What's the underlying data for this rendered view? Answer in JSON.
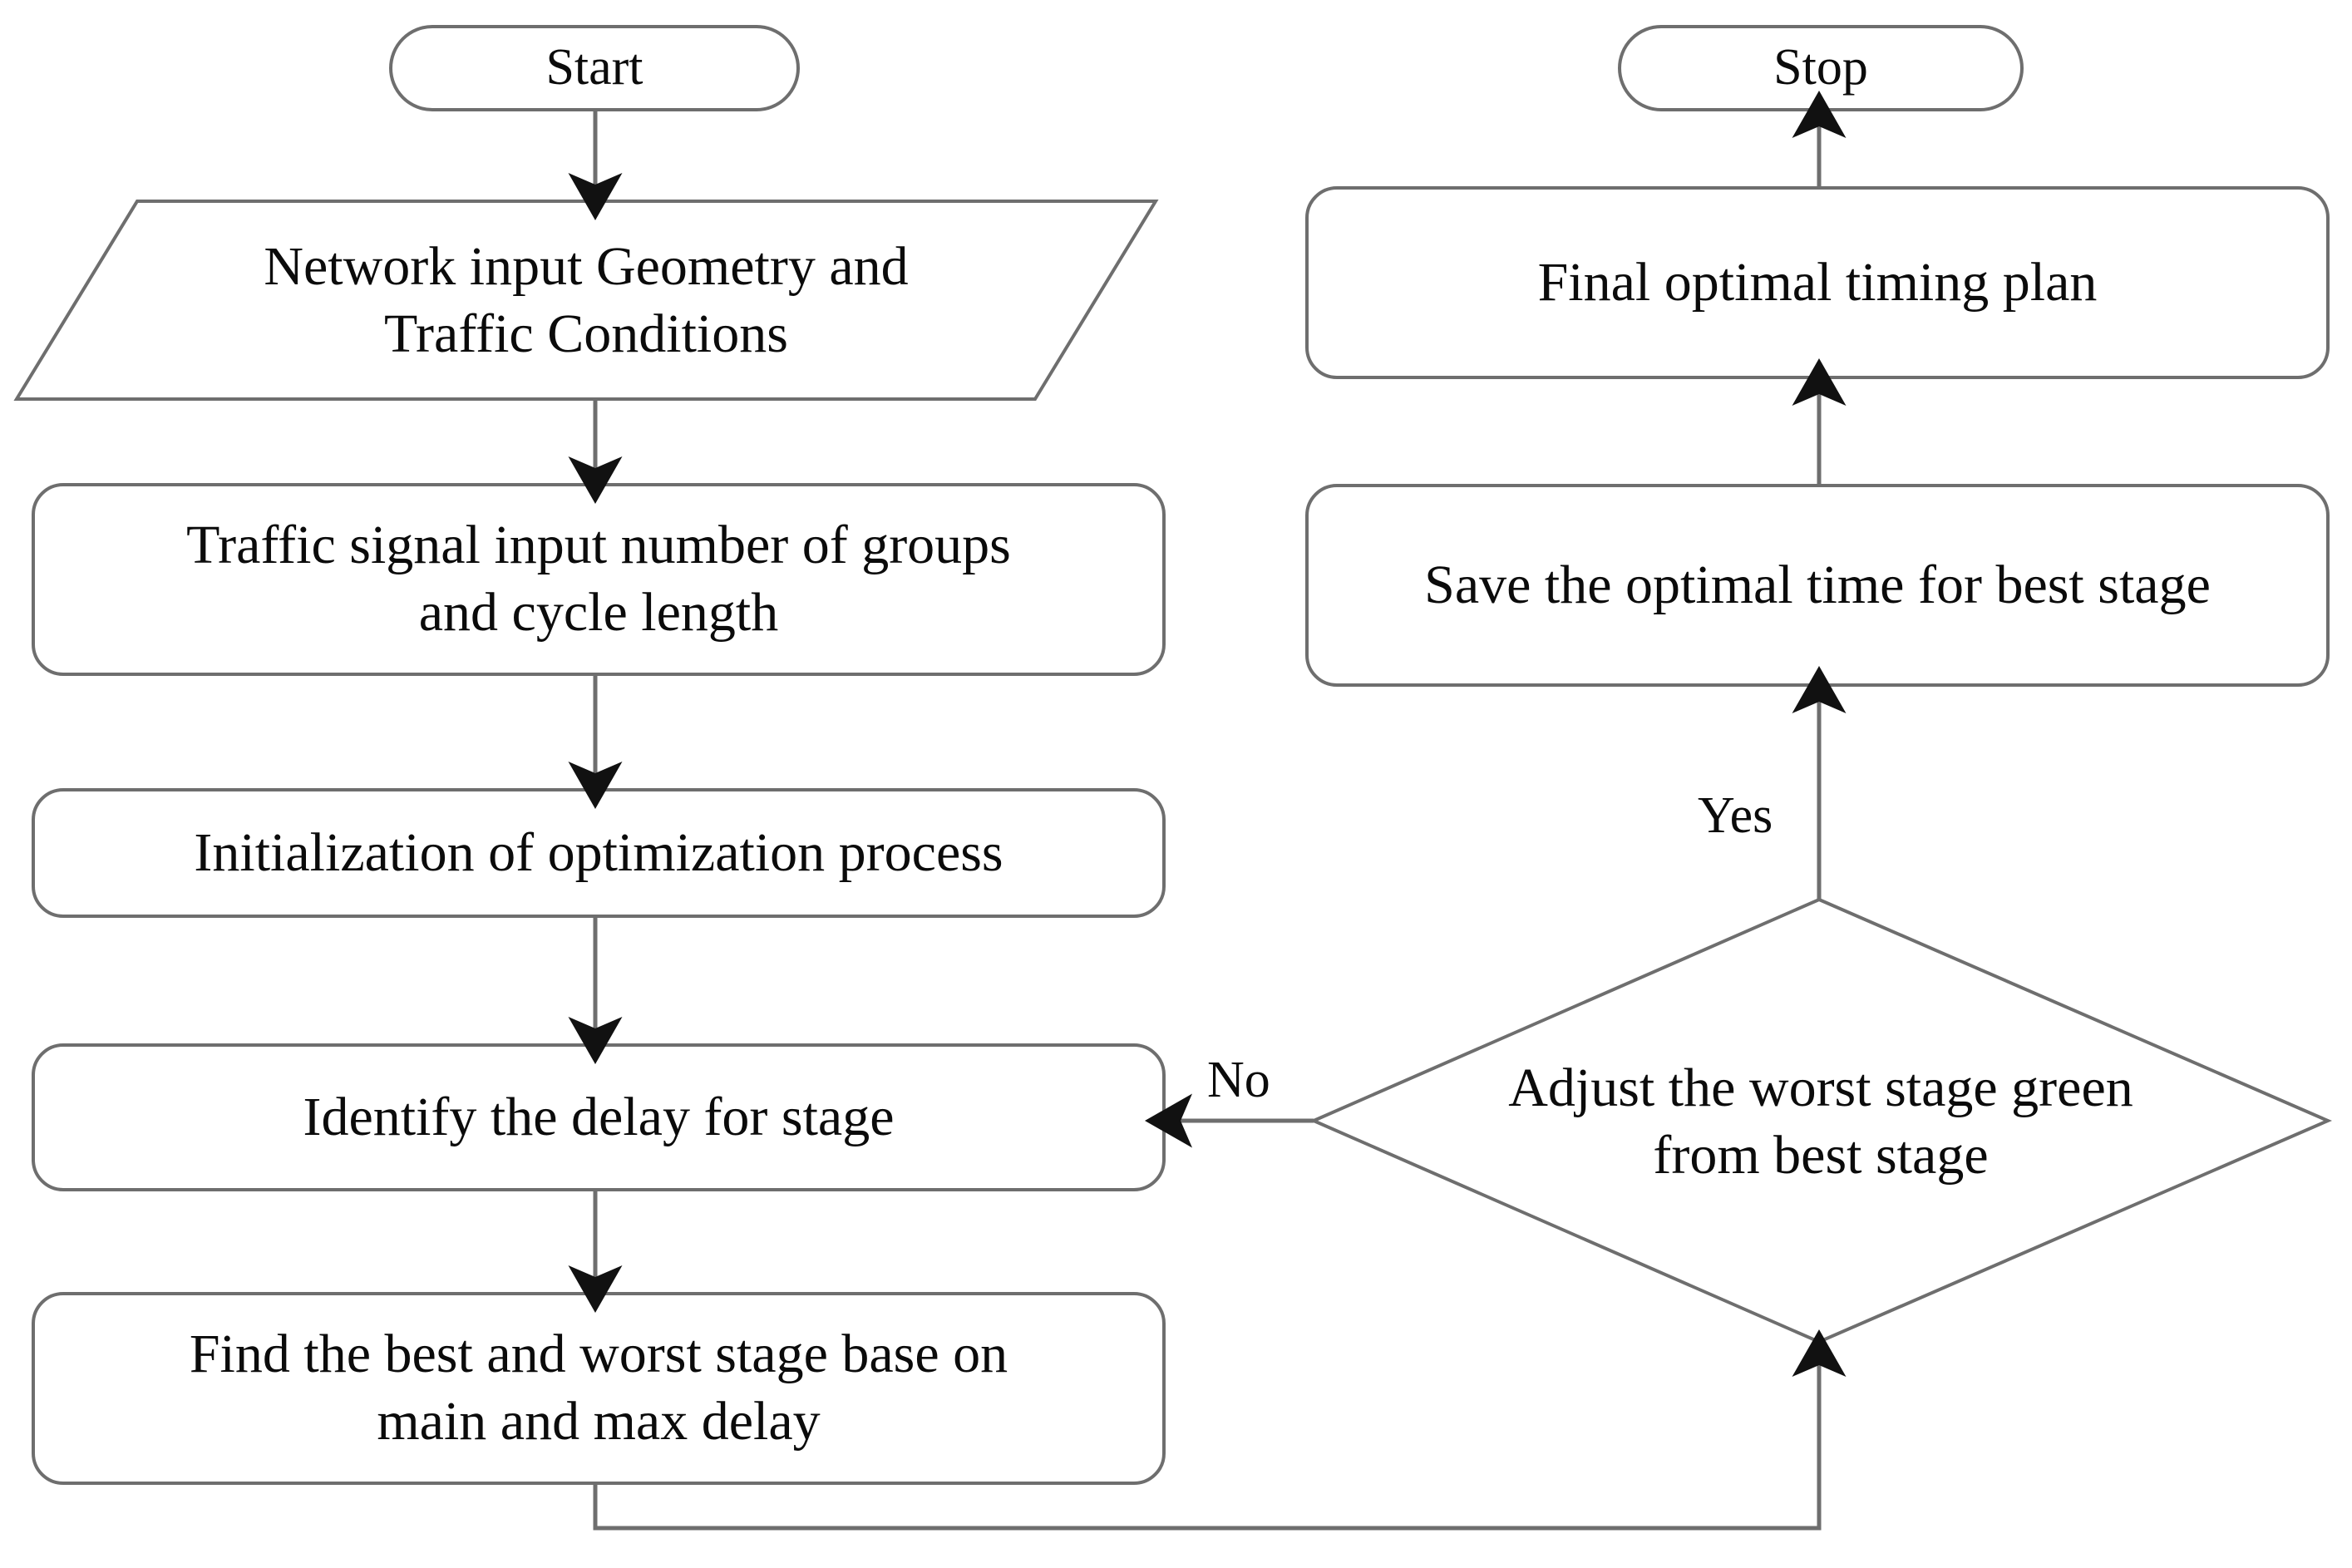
{
  "diagram": {
    "title": "Traffic signal timing optimization flowchart",
    "colors": {
      "stroke": "#6e6e6e",
      "stroke_dark": "#4f4f4f",
      "text": "#0b0b0b",
      "background": "#ffffff",
      "arrowhead": "#111111"
    },
    "nodes": {
      "start": {
        "label": "Start",
        "shape": "terminator"
      },
      "network_input": {
        "label": "Network input Geometry and\nTraffic  Conditions",
        "shape": "parallelogram"
      },
      "signal_input": {
        "label": "Traffic  signal input number of groups\nand cycle  length",
        "shape": "process"
      },
      "initialization": {
        "label": "Initialization  of optimization process",
        "shape": "process"
      },
      "identify_delay": {
        "label": "Identify the delay for stage",
        "shape": "process"
      },
      "find_best_worst": {
        "label": "Find the best and worst stage base on\nmain and max delay",
        "shape": "process"
      },
      "adjust_decision": {
        "label": "Adjust the worst stage green\nfrom best stage",
        "shape": "decision"
      },
      "save_optimal": {
        "label": "Save the optimal time for best stage",
        "shape": "process"
      },
      "final_plan": {
        "label": "Final optimal timing plan",
        "shape": "process"
      },
      "stop": {
        "label": "Stop",
        "shape": "terminator"
      }
    },
    "edges": [
      {
        "from": "start",
        "to": "network_input",
        "label": ""
      },
      {
        "from": "network_input",
        "to": "signal_input",
        "label": ""
      },
      {
        "from": "signal_input",
        "to": "initialization",
        "label": ""
      },
      {
        "from": "initialization",
        "to": "identify_delay",
        "label": ""
      },
      {
        "from": "identify_delay",
        "to": "find_best_worst",
        "label": ""
      },
      {
        "from": "find_best_worst",
        "to": "adjust_decision",
        "label": ""
      },
      {
        "from": "adjust_decision",
        "to": "identify_delay",
        "label": "No"
      },
      {
        "from": "adjust_decision",
        "to": "save_optimal",
        "label": "Yes"
      },
      {
        "from": "save_optimal",
        "to": "final_plan",
        "label": ""
      },
      {
        "from": "final_plan",
        "to": "stop",
        "label": ""
      }
    ],
    "edge_labels": {
      "no": "No",
      "yes": "Yes"
    }
  }
}
